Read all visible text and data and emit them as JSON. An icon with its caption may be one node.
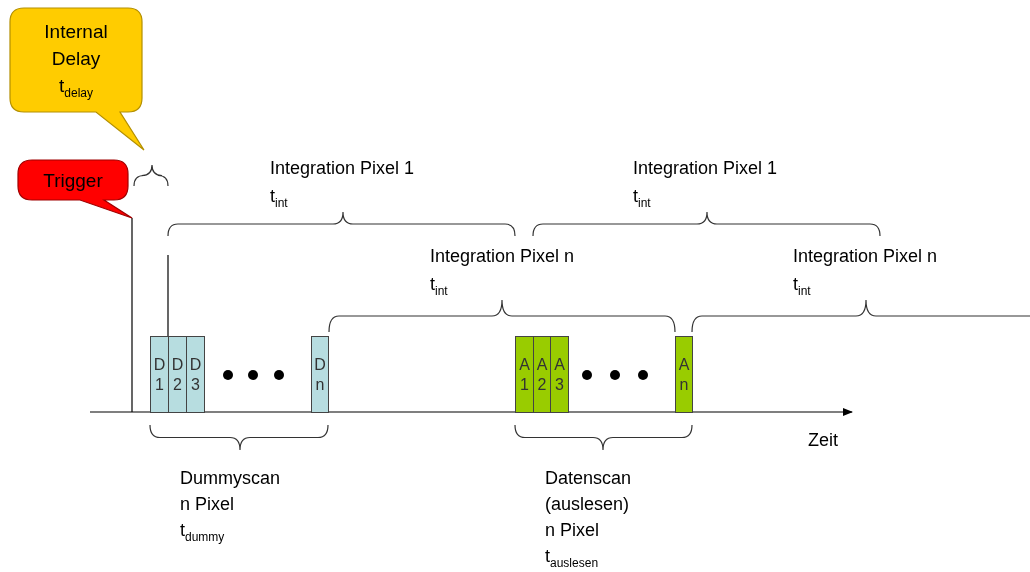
{
  "diagram": {
    "nodes": [
      {
        "text": [
          "Internal Delay t$_{delay}$"
        ]
      },
      {
        "text": [
          "Trigger"
        ]
      },
      {
        "text": [
          "D 1"
        ]
      },
      {
        "text": [
          "D 2"
        ]
      },
      {
        "text": [
          "D 3"
        ]
      },
      {
        "text": [
          "D n"
        ]
      },
      {
        "text": [
          "A 1"
        ]
      },
      {
        "text": [
          "A 2"
        ]
      },
      {
        "text": [
          "A 3"
        ]
      },
      {
        "text": [
          "A n"
        ]
      }
    ],
    "labels": [
      "Integration Pixel 1",
      "t$_{int}$",
      "Integration Pixel 1",
      "t$_{int}$",
      "Integration Pixel n",
      "t$_{int}$",
      "Integration Pixel n",
      "t$_{int}$",
      "Zeit",
      "Dummyscan",
      "n Pixel",
      "t$_{dummy}$",
      "Datenscan",
      "(auslesen)",
      "n Pixel",
      "t$_{auslesen}$"
    ]
  }
}
